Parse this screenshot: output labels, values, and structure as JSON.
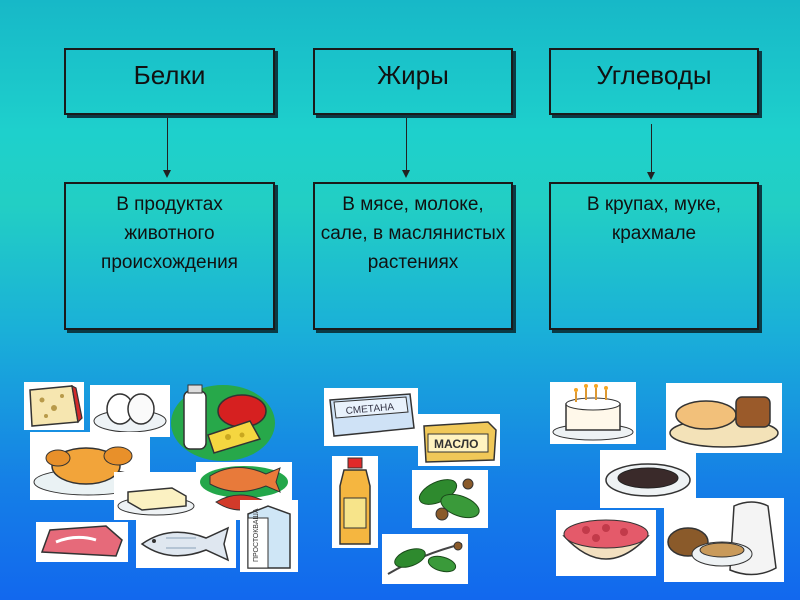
{
  "columns": [
    {
      "title": "Белки",
      "description": "В продуктах животного происхождения"
    },
    {
      "title": "Жиры",
      "description": "В мясе, молоке, сале, в маслянистых растениях"
    },
    {
      "title": "Углеводы",
      "description": "В крупах, муке, крахмале"
    }
  ],
  "labels": {
    "sour_cream": "СМЕТАНА",
    "butter": "МАСЛО",
    "kefir": "ПРОСТОКВАША"
  }
}
